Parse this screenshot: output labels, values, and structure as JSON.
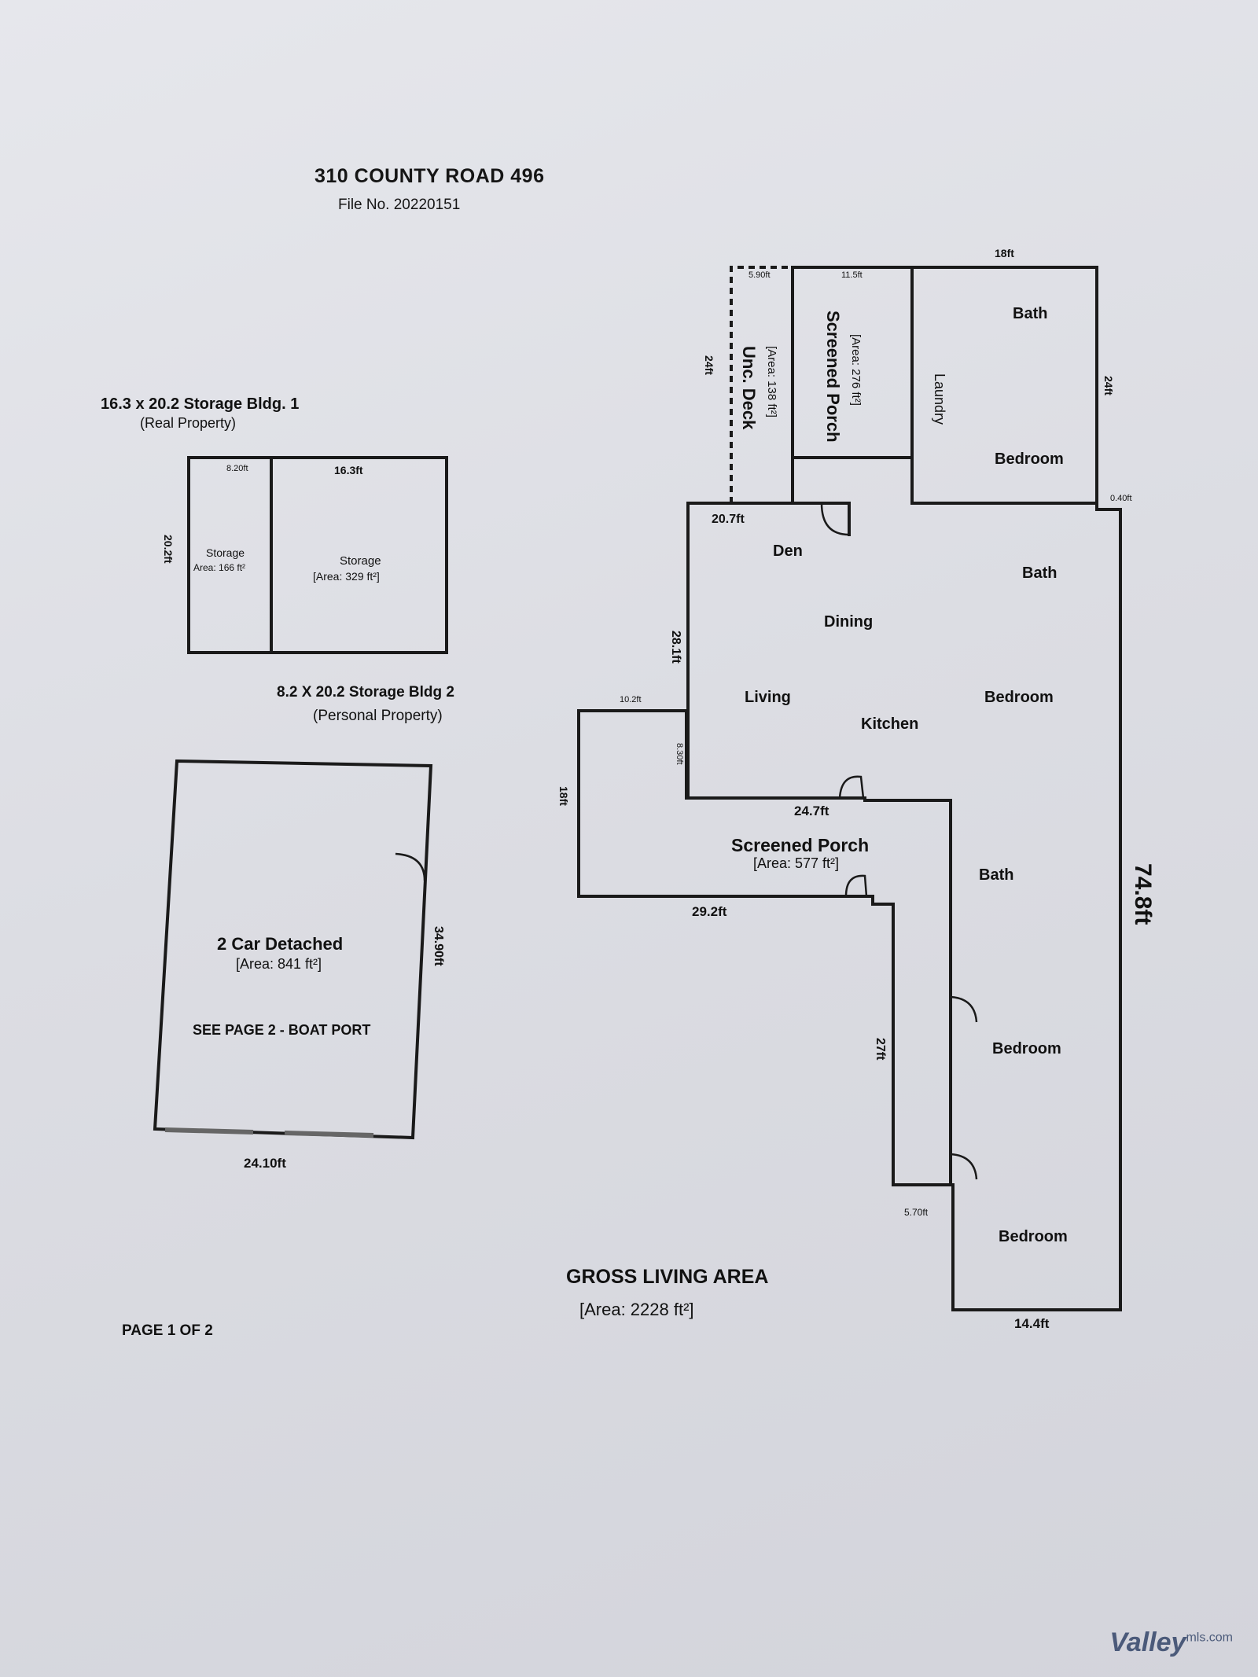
{
  "header": {
    "address": "310 COUNTY ROAD 496",
    "file_no": "File No.  20220151"
  },
  "storage1": {
    "title": "16.3 x 20.2 Storage Bldg. 1",
    "subtitle": "(Real Property)",
    "dim_top_left": "8.20ft",
    "dim_top_right": "16.3ft",
    "dim_side": "20.2ft",
    "room_a_label": "Storage",
    "room_a_area": "Area: 166 ft²",
    "room_b_label": "Storage",
    "room_b_area": "[Area: 329 ft²]"
  },
  "storage2": {
    "title": "8.2 X 20.2 Storage Bldg 2",
    "subtitle": "(Personal Property)"
  },
  "garage": {
    "label": "2 Car Detached",
    "area": "[Area: 841 ft²]",
    "dim_side": "34.90ft",
    "dim_bottom": "24.10ft"
  },
  "notes": {
    "boat_port": "SEE PAGE 2 - BOAT PORT",
    "page": "PAGE 1 OF 2"
  },
  "house": {
    "dims": {
      "top": "18ft",
      "deck_top": "5.90ft",
      "porch_top": "11.5ft",
      "deck_side": "24ft",
      "right_upper": "24ft",
      "right_notch": "0.40ft",
      "den_top": "20.7ft",
      "left_mid": "28.1ft",
      "porch_left_top": "10.2ft",
      "porch_step": "8.30ft",
      "porch_left": "18ft",
      "porch_inner": "24.7ft",
      "porch_bottom": "29.2ft",
      "hall": "27ft",
      "step_bottom": "5.70ft",
      "overall": "74.8ft",
      "bottom": "14.4ft"
    },
    "rooms": {
      "deck_label": "Unc. Deck",
      "deck_area": "[Area: 138 ft²]",
      "porch_top_label": "Screened Porch",
      "porch_top_area": "[Area: 276 ft²]",
      "laundry": "Laundry",
      "bath1": "Bath",
      "bedroom1": "Bedroom",
      "den": "Den",
      "bath2": "Bath",
      "dining": "Dining",
      "living": "Living",
      "kitchen": "Kitchen",
      "bedroom2": "Bedroom",
      "porch_label": "Screened Porch",
      "porch_area": "[Area: 577 ft²]",
      "bath3": "Bath",
      "bedroom3": "Bedroom",
      "bedroom4": "Bedroom"
    },
    "gla_label": "GROSS LIVING AREA",
    "gla_area": "[Area: 2228 ft²]"
  },
  "watermark": {
    "text": "Valley",
    "suffix": "mls.com"
  }
}
